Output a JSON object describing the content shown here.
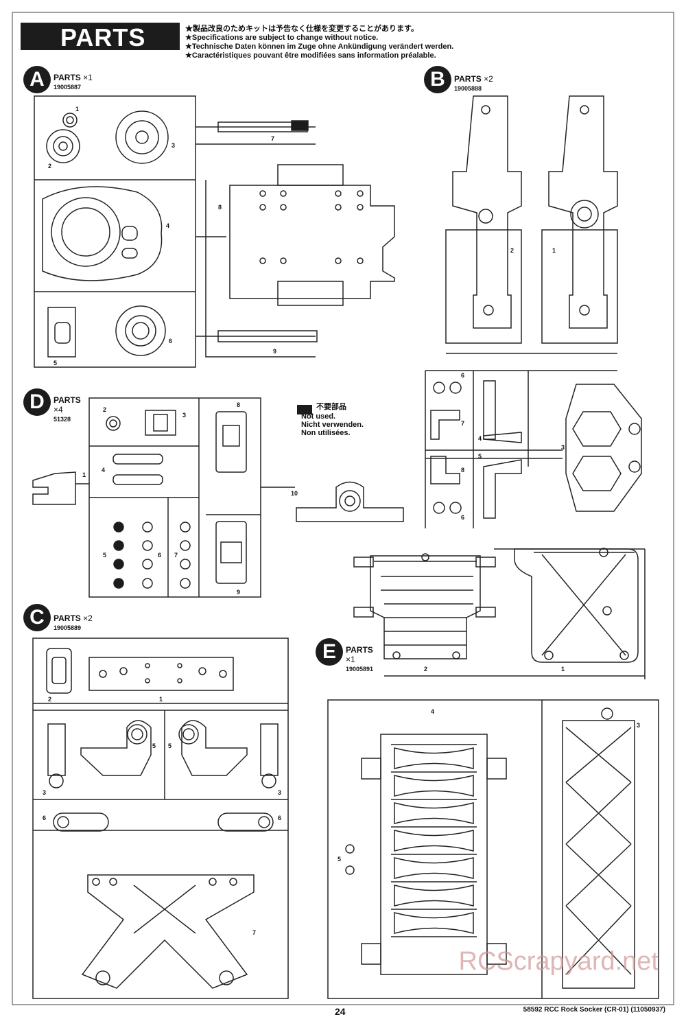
{
  "header": {
    "title": "PARTS",
    "notes": [
      "★製品改良のためキットは予告なく仕様を変更することがあります。",
      "★Specifications are subject to change without notice.",
      "★Technische Daten können im Zuge ohne Ankündigung verändert werden.",
      "★Caractéristiques pouvant être modifiées sans information préalable."
    ]
  },
  "sprues": [
    {
      "letter": "A",
      "label": "PARTS",
      "qty": "×1",
      "number": "19005887"
    },
    {
      "letter": "B",
      "label": "PARTS",
      "qty": "×2",
      "number": "19005888"
    },
    {
      "letter": "D",
      "label": "PARTS",
      "qty": "×4",
      "number": "51328"
    },
    {
      "letter": "C",
      "label": "PARTS",
      "qty": "×2",
      "number": "19005889"
    },
    {
      "letter": "E",
      "label": "PARTS",
      "qty": "×1",
      "number": "19005891"
    }
  ],
  "not_used": {
    "jp": "不要部品",
    "en": "Not used.",
    "de": "Nicht verwenden.",
    "fr": "Non utilisées."
  },
  "footer": {
    "page": "24",
    "ref": "58592 RCC Rock Socker (CR-01) (11050937)"
  },
  "watermark": "RCScrapyard.net"
}
